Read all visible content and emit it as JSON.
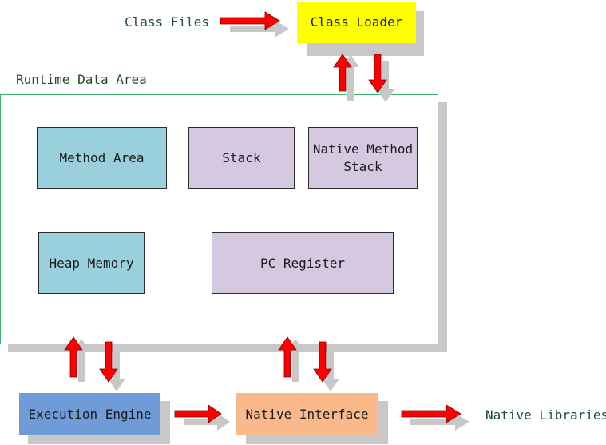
{
  "labels": {
    "class_files": "Class Files",
    "native_libraries": "Native Libraries",
    "runtime_data_area": "Runtime Data Area"
  },
  "boxes": {
    "class_loader": "Class Loader",
    "method_area": "Method Area",
    "stack": "Stack",
    "native_method_stack_line1": "Native Method",
    "native_method_stack_line2": "Stack",
    "heap_memory": "Heap Memory",
    "pc_register": "PC Register",
    "execution_engine": "Execution Engine",
    "native_interface": "Native Interface"
  },
  "colors": {
    "class_loader": "#ffff00",
    "execution_engine": "#6f9bd8",
    "native_interface": "#f9b98b",
    "teal_box": "#99d0dc",
    "lavender_box": "#d4c9e0",
    "arrow": "#ff0000",
    "runtime_border": "#3cb371"
  }
}
